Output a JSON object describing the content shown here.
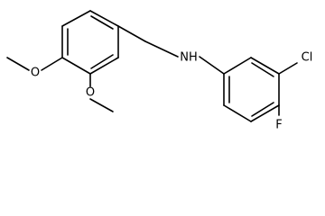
{
  "molecule": {
    "atom_labels": {
      "o_methoxy_3": "O",
      "o_methoxy_2": "O",
      "nh": "NH",
      "cl": "Cl",
      "f": "F"
    },
    "colors": {
      "bond": "#000000",
      "label": "#000000",
      "background": "#ffffff"
    }
  }
}
